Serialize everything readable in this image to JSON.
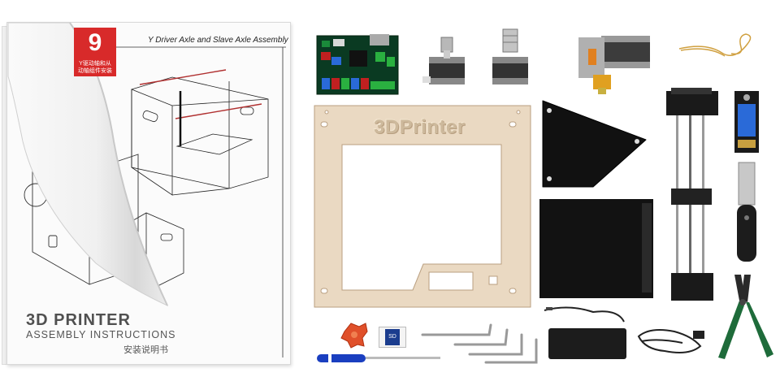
{
  "manual": {
    "step_number": "9",
    "step_subtitle": "Y驱动轴和从\n动轴组件安装",
    "step_title": "Y Driver Axle and Slave Axle  Assembly",
    "cover_title": "3D PRINTER",
    "cover_subtitle": "ASSEMBLY INSTRUCTIONS",
    "cover_subtitle_cn": "安装说明书"
  },
  "frame": {
    "engraved_text": "3DPrinter"
  },
  "sd_card": {
    "label": "SD"
  },
  "colors": {
    "badge_red": "#d82a2a",
    "plywood": "#e9dcc8",
    "acrylic_black": "#121212"
  },
  "icons": [
    "control-board-icon",
    "stepper-motor-icon",
    "extruder-icon",
    "cable-icon",
    "frame-panel-icon",
    "triangle-panel-icon",
    "square-panel-icon",
    "z-axis-icon",
    "lcd-module-icon",
    "scraper-icon",
    "knob-icon",
    "sd-card-icon",
    "hex-key-icon",
    "power-adapter-icon",
    "power-cord-icon",
    "pliers-icon",
    "screwdriver-icon"
  ]
}
